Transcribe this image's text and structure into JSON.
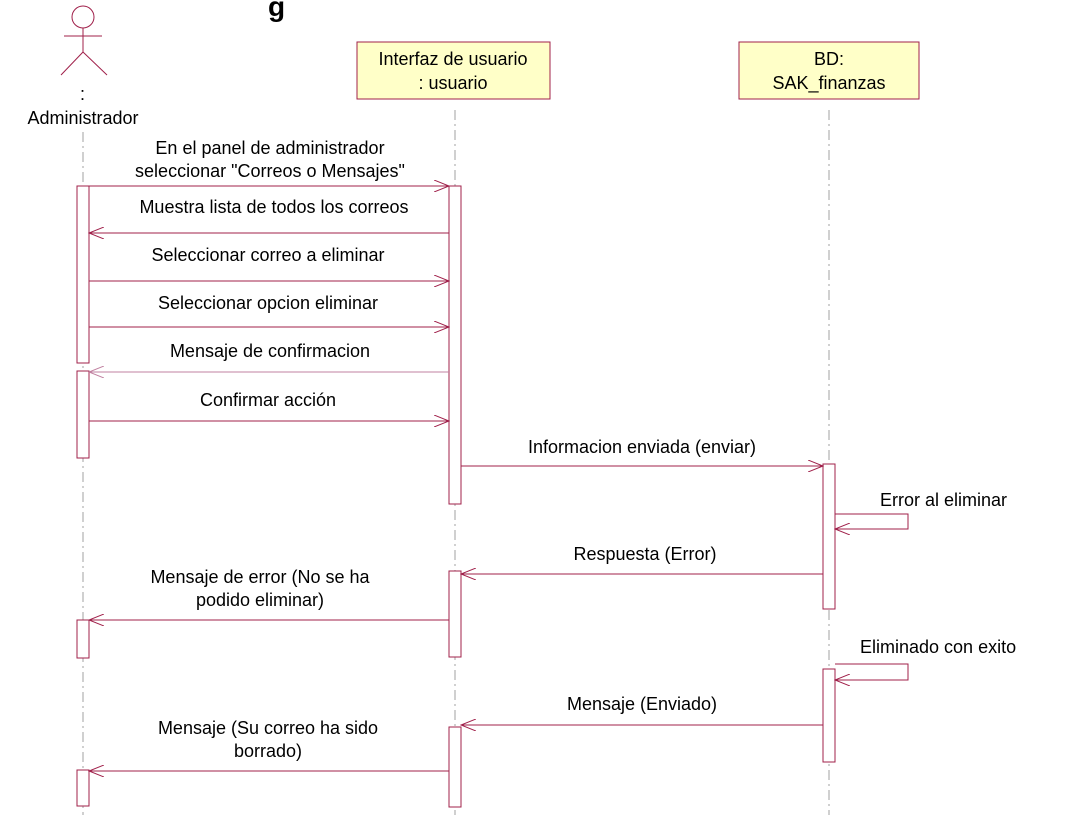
{
  "title_partial": "g",
  "actor": {
    "colon": ":",
    "name": "Administrador"
  },
  "objects": {
    "interfaz": {
      "line1": "Interfaz de usuario",
      "line2": ": usuario"
    },
    "bd": {
      "line1": "BD:",
      "line2": "SAK_finanzas"
    }
  },
  "messages": {
    "m1_line1": "En el panel de administrador",
    "m1_line2": "seleccionar \"Correos o Mensajes\"",
    "m2": "Muestra lista de todos los correos",
    "m3": "Seleccionar correo a eliminar",
    "m4": "Seleccionar opcion eliminar",
    "m5": "Mensaje de confirmacion",
    "m6": "Confirmar acción",
    "m7": "Informacion enviada (enviar)",
    "m8": "Error al eliminar",
    "m9": "Respuesta (Error)",
    "m10_line1": "Mensaje de error (No se ha",
    "m10_line2": "podido eliminar)",
    "m11": "Eliminado con exito",
    "m12": "Mensaje (Enviado)",
    "m13_line1": "Mensaje (Su correo ha sido",
    "m13_line2": "borrado)"
  }
}
